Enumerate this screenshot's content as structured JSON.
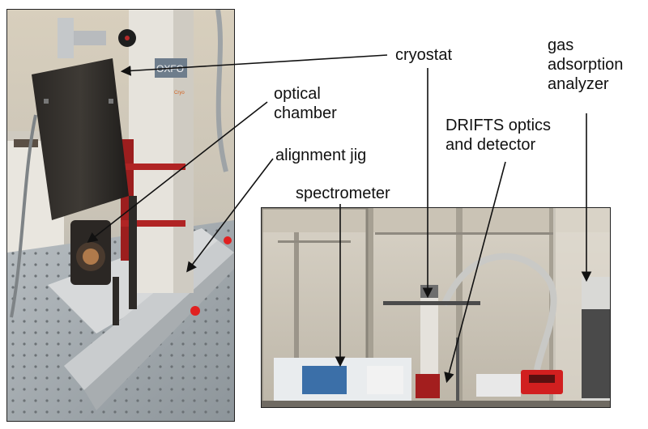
{
  "labels": {
    "cryostat": "cryostat",
    "gas_analyzer_line1": "gas",
    "gas_analyzer_line2": "adsorption",
    "gas_analyzer_line3": "analyzer",
    "optical_chamber_line1": "optical",
    "optical_chamber_line2": "chamber",
    "drifts_line1": "DRIFTS optics",
    "drifts_line2": "and detector",
    "alignment_jig": "alignment jig",
    "spectrometer": "spectrometer"
  },
  "photo_left": {
    "caption_logo": "OXFO",
    "caption_brand": "Cryo"
  }
}
